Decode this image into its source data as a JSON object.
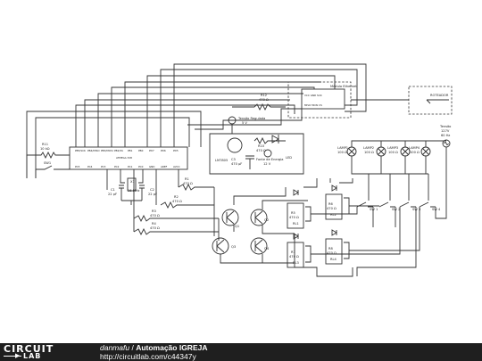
{
  "schematic": {
    "modules": {
      "ethernet": "Módulo Ethernet",
      "roteador": "ROTEADOR"
    },
    "mcu": {
      "label": "ATMEGA 328",
      "pins_top": [
        "PB5/SCK",
        "PB4/MISO",
        "PB3/MOSI",
        "PB2/SS",
        "PB1",
        "PB0",
        "PD7",
        "PD6",
        "PD5"
      ],
      "pins_bottom": [
        "PC5",
        "PC4",
        "PC3",
        "PC2",
        "PC1",
        "PC0",
        "GND",
        "AREF",
        "AVCC"
      ]
    },
    "components": {
      "r11": "R11",
      "r11_value": "10 kΩ",
      "sw1": "SW1",
      "r12": "R12",
      "r12_value": "470 Ω",
      "tensao_regulada": "Tensão Regulada",
      "tensao_regulada_value": "5 V",
      "lm7805": "LM7805",
      "c3": "C3",
      "c3_value": "470 μF",
      "r10": "R10",
      "r10_value": "470 Ω",
      "d_led": "LED",
      "fonte_energia": "Fonte de Energia",
      "fonte_energia_value": "12 V",
      "x1": "X1",
      "x1_value": "16 MHz",
      "c1": "C1",
      "c1_value": "22 pF",
      "c2": "C2",
      "c2_value": "22 pF",
      "r1": "R1",
      "r1_value": "470 Ω",
      "r2": "R2",
      "r2_value": "470 Ω",
      "r3": "R3",
      "r3_value": "470 Ω",
      "r4": "R4",
      "r4_value": "470 Ω",
      "q1": "Q1",
      "q2": "Q2",
      "q3": "Q3",
      "q4": "Q4",
      "r5": "R5",
      "r5_value": "470 Ω",
      "r6": "R6",
      "r6_value": "470 Ω",
      "r7": "R7",
      "r7_value": "470 Ω",
      "r8": "R8",
      "r8_value": "470 Ω",
      "rl1": "RL1",
      "rl2": "RL2",
      "rl3": "RL3",
      "rl4": "RL4",
      "sw_a": "SW 1",
      "sw_b": "SW 2",
      "sw_c": "SW 3",
      "sw_d": "SW 4",
      "tensao_rede": "Tensão",
      "tensao_rede_value": "127V",
      "tensao_rede_freq": "60 Hz"
    },
    "lamps": [
      {
        "name": "LAMP1",
        "value": "100 Ω"
      },
      {
        "name": "LAMP2",
        "value": "100 Ω"
      },
      {
        "name": "LAMP3",
        "value": "100 Ω"
      },
      {
        "name": "LAMP4",
        "value": "100 Ω"
      }
    ]
  },
  "footer": {
    "logo_line1": "CIRCUIT",
    "logo_line2": "LAB",
    "author": "danmafu",
    "separator": " / ",
    "title": "Automação IGREJA",
    "url": "http://circuitlab.com/c44347y"
  },
  "colors": {
    "background": "#ffffff",
    "wire": "#333333",
    "footer_bg": "#1f1f1f",
    "footer_text": "#ffffff"
  }
}
